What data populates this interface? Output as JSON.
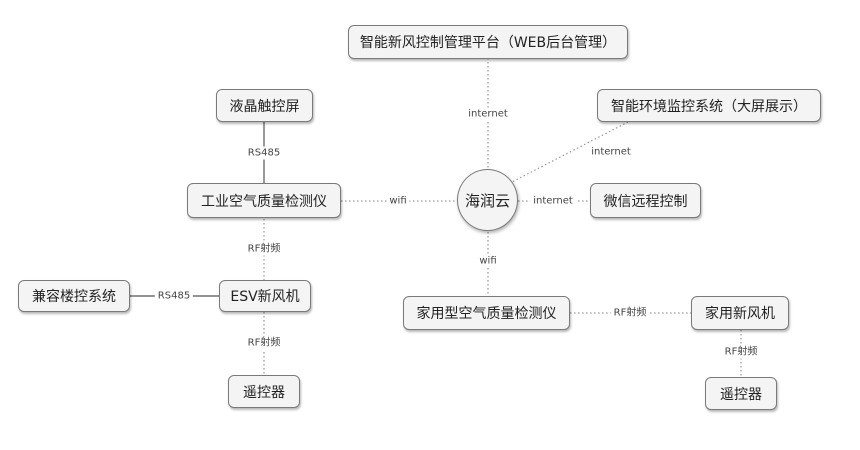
{
  "nodes": {
    "platform": "智能新风控制管理平台（WEB后台管理）",
    "lcd": "液晶触控屏",
    "env_monitor": "智能环境监控系统（大屏展示）",
    "industrial_detector": "工业空气质量检测仪",
    "cloud": "海润云",
    "wechat": "微信远程控制",
    "building": "兼容楼控系统",
    "esv": "ESV新风机",
    "home_detector": "家用型空气质量检测仪",
    "home_fresh_air": "家用新风机",
    "remote_left": "遥控器",
    "remote_right": "遥控器"
  },
  "edges": {
    "platform_cloud": "internet",
    "env_cloud": "internet",
    "wechat_cloud": "internet",
    "lcd_industrial": "RS485",
    "industrial_cloud": "wifi",
    "industrial_esv": "RF射频",
    "building_esv": "RS485",
    "esv_remote": "RF射频",
    "cloud_home": "wifi",
    "home_fresh": "RF射频",
    "fresh_remote": "RF射频"
  }
}
